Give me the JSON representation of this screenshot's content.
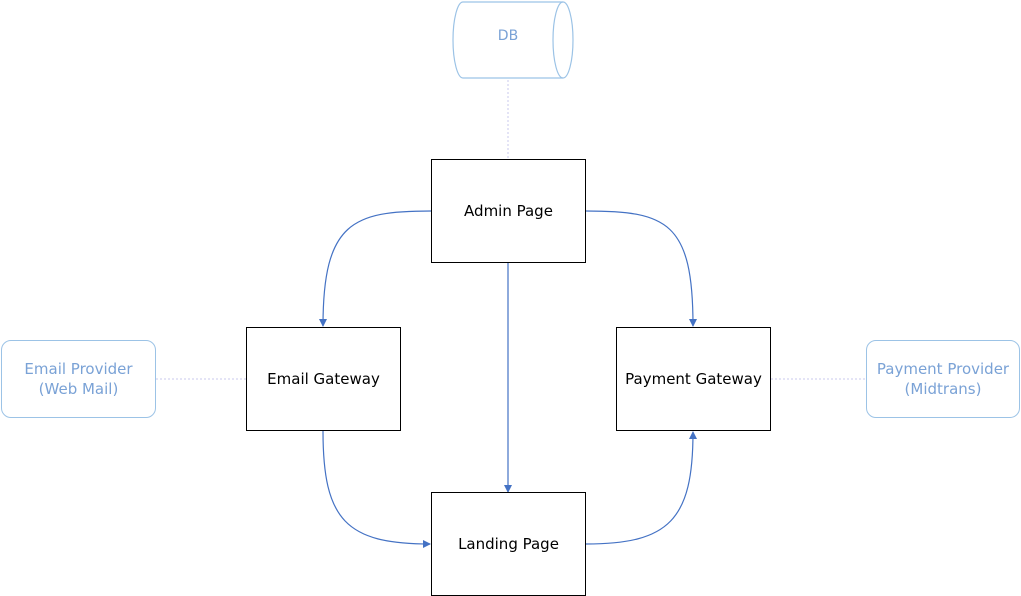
{
  "nodes": {
    "db": "DB",
    "admin_page": "Admin Page",
    "email_gateway": "Email Gateway",
    "payment_gateway": "Payment Gateway",
    "landing_page": "Landing Page",
    "email_provider": {
      "line1": "Email Provider",
      "line2": "(Web Mail)"
    },
    "payment_provider": {
      "line1": "Payment Provider",
      "line2": "(Midtrans)"
    }
  },
  "colors": {
    "arrow": "#4472c4",
    "external_border": "#9cc3e6",
    "external_text": "#7aa2d6",
    "node_border": "#000000",
    "dashed_connector": "#c9c9ec"
  }
}
